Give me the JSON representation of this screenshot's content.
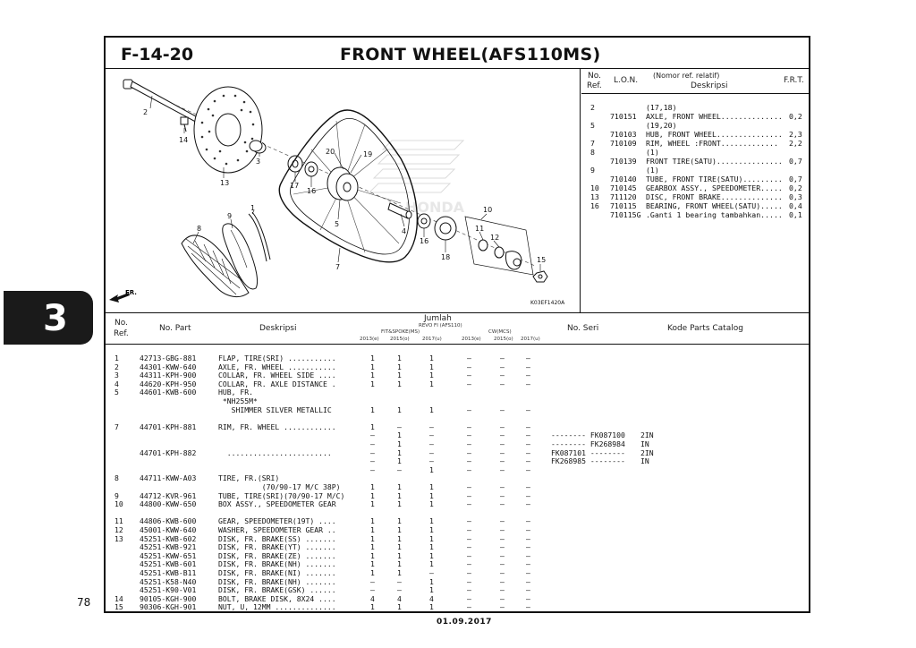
{
  "header": {
    "code": "F-14-20",
    "title": "FRONT WHEEL(AFS110MS)"
  },
  "page_number": "78",
  "chapter_tab": "3",
  "date": "01.09.2017",
  "figure_code": "K03EF1420A",
  "front_label": "FR.",
  "callouts": [
    "2",
    "14",
    "13",
    "3",
    "20",
    "19",
    "17",
    "16",
    "5",
    "9",
    "1",
    "8",
    "4",
    "16",
    "18",
    "7",
    "10",
    "11",
    "12",
    "15"
  ],
  "watermark": "HONDA",
  "ref_table": {
    "headers": {
      "no_ref_1": "No.",
      "no_ref_2": "Ref.",
      "lon": "L.O.N.",
      "nomor": "(Nomor ref. relatif)",
      "deskripsi": "Deskripsi",
      "frt": "F.R.T."
    },
    "rows": [
      {
        "ref": "2",
        "lon": "",
        "desc": "(17,18)",
        "frt": ""
      },
      {
        "ref": "",
        "lon": "710151",
        "desc": "AXLE, FRONT WHEEL..............",
        "frt": "0,2"
      },
      {
        "ref": "5",
        "lon": "",
        "desc": "(19,20)",
        "frt": ""
      },
      {
        "ref": "",
        "lon": "710103",
        "desc": "HUB, FRONT WHEEL...............",
        "frt": "2,3"
      },
      {
        "ref": "7",
        "lon": "710109",
        "desc": "RIM, WHEEL :FRONT.............",
        "frt": "2,2"
      },
      {
        "ref": "8",
        "lon": "",
        "desc": "(1)",
        "frt": ""
      },
      {
        "ref": "",
        "lon": "710139",
        "desc": "FRONT TIRE(SATU)...............",
        "frt": "0,7"
      },
      {
        "ref": "9",
        "lon": "",
        "desc": "(1)",
        "frt": ""
      },
      {
        "ref": "",
        "lon": "710140",
        "desc": "TUBE, FRONT TIRE(SATU).........",
        "frt": "0,7"
      },
      {
        "ref": "10",
        "lon": "710145",
        "desc": "GEARBOX ASSY., SPEEDOMETER.....",
        "frt": "0,2"
      },
      {
        "ref": "13",
        "lon": "711120",
        "desc": "DISC, FRONT BRAKE..............",
        "frt": "0,3"
      },
      {
        "ref": "16",
        "lon": "710115",
        "desc": "BEARING, FRONT WHEEL(SATU).....",
        "frt": "0,4"
      },
      {
        "ref": "",
        "lon": "710115G",
        "desc": ".Ganti 1 bearing tambahkan.....",
        "frt": "0,1"
      }
    ]
  },
  "parts_table": {
    "headers": {
      "no_ref_1": "No.",
      "no_ref_2": "Ref.",
      "no_part": "No. Part",
      "deskripsi": "Deskripsi",
      "jumlah": "Jumlah",
      "revo": "REVO FI (AFS110)",
      "fit": "FIT&SPOKE(MS)",
      "cw": "CW(MCS)",
      "years": [
        "2013(e)",
        "2015(o)",
        "2017(u)",
        "2013(e)",
        "2015(o)",
        "2017(u)"
      ],
      "no_seri": "No. Seri",
      "kode": "Kode Parts Catalog"
    },
    "rows": [
      {
        "ref": "1",
        "part": "42713-GBG-881",
        "desc": "FLAP, TIRE(SRI) ...........",
        "q": [
          "1",
          "1",
          "1",
          "–",
          "–",
          "–"
        ],
        "seri": "",
        "kode": ""
      },
      {
        "ref": "2",
        "part": "44301-KWW-640",
        "desc": "AXLE, FR. WHEEL ...........",
        "q": [
          "1",
          "1",
          "1",
          "–",
          "–",
          "–"
        ],
        "seri": "",
        "kode": ""
      },
      {
        "ref": "3",
        "part": "44311-KPH-900",
        "desc": "COLLAR, FR. WHEEL SIDE ....",
        "q": [
          "1",
          "1",
          "1",
          "–",
          "–",
          "–"
        ],
        "seri": "",
        "kode": ""
      },
      {
        "ref": "4",
        "part": "44620-KPH-950",
        "desc": "COLLAR, FR. AXLE DISTANCE .",
        "q": [
          "1",
          "1",
          "1",
          "–",
          "–",
          "–"
        ],
        "seri": "",
        "kode": ""
      },
      {
        "ref": "5",
        "part": "44601-KWB-600",
        "desc": "HUB, FR.",
        "q": [
          "",
          "",
          "",
          "",
          "",
          ""
        ],
        "seri": "",
        "kode": ""
      },
      {
        "ref": "",
        "part": "",
        "desc": " *NH255M*",
        "q": [
          "",
          "",
          "",
          "",
          "",
          ""
        ],
        "seri": "",
        "kode": ""
      },
      {
        "ref": "",
        "part": "",
        "desc": "   SHIMMER SILVER METALLIC",
        "q": [
          "1",
          "1",
          "1",
          "–",
          "–",
          "–"
        ],
        "seri": "",
        "kode": ""
      },
      {
        "ref": "",
        "part": "",
        "desc": "",
        "q": [
          "",
          "",
          "",
          "",
          "",
          ""
        ],
        "seri": "",
        "kode": ""
      },
      {
        "ref": "7",
        "part": "44701-KPH-881",
        "desc": "RIM, FR. WHEEL ............",
        "q": [
          "1",
          "–",
          "–",
          "–",
          "–",
          "–"
        ],
        "seri": "",
        "kode": ""
      },
      {
        "ref": "",
        "part": "",
        "desc": "",
        "q": [
          "–",
          "1",
          "–",
          "–",
          "–",
          "–"
        ],
        "seri": "-------- FK087100",
        "kode": "2IN"
      },
      {
        "ref": "",
        "part": "",
        "desc": "",
        "q": [
          "–",
          "1",
          "–",
          "–",
          "–",
          "–"
        ],
        "seri": "-------- FK268984",
        "kode": "IN"
      },
      {
        "ref": "",
        "part": "44701-KPH-882",
        "desc": "  ........................",
        "q": [
          "–",
          "1",
          "–",
          "–",
          "–",
          "–"
        ],
        "seri": "FK087101 --------",
        "kode": "2IN"
      },
      {
        "ref": "",
        "part": "",
        "desc": "",
        "q": [
          "–",
          "1",
          "–",
          "–",
          "–",
          "–"
        ],
        "seri": "FK268985 --------",
        "kode": "IN"
      },
      {
        "ref": "",
        "part": "",
        "desc": "",
        "q": [
          "–",
          "–",
          "1",
          "–",
          "–",
          "–"
        ],
        "seri": "",
        "kode": ""
      },
      {
        "ref": "8",
        "part": "44711-KWW-A03",
        "desc": "TIRE, FR.(SRI)",
        "q": [
          "",
          "",
          "",
          "",
          "",
          ""
        ],
        "seri": "",
        "kode": ""
      },
      {
        "ref": "",
        "part": "",
        "desc": "          (70/90-17 M/C 38P)",
        "q": [
          "1",
          "1",
          "1",
          "–",
          "–",
          "–"
        ],
        "seri": "",
        "kode": ""
      },
      {
        "ref": "9",
        "part": "44712-KVR-961",
        "desc": "TUBE, TIRE(SRI)(70/90-17 M/C)",
        "q": [
          "1",
          "1",
          "1",
          "–",
          "–",
          "–"
        ],
        "seri": "",
        "kode": ""
      },
      {
        "ref": "10",
        "part": "44800-KWW-650",
        "desc": "BOX ASSY., SPEEDOMETER GEAR",
        "q": [
          "1",
          "1",
          "1",
          "–",
          "–",
          "–"
        ],
        "seri": "",
        "kode": ""
      },
      {
        "ref": "",
        "part": "",
        "desc": "",
        "q": [
          "",
          "",
          "",
          "",
          "",
          ""
        ],
        "seri": "",
        "kode": ""
      },
      {
        "ref": "11",
        "part": "44806-KWB-600",
        "desc": "GEAR, SPEEDOMETER(19T) ....",
        "q": [
          "1",
          "1",
          "1",
          "–",
          "–",
          "–"
        ],
        "seri": "",
        "kode": ""
      },
      {
        "ref": "12",
        "part": "45001-KWW-640",
        "desc": "WASHER, SPEEDOMETER GEAR ..",
        "q": [
          "1",
          "1",
          "1",
          "–",
          "–",
          "–"
        ],
        "seri": "",
        "kode": ""
      },
      {
        "ref": "13",
        "part": "45251-KWB-602",
        "desc": "DISK, FR. BRAKE(SS) .......",
        "q": [
          "1",
          "1",
          "1",
          "–",
          "–",
          "–"
        ],
        "seri": "",
        "kode": ""
      },
      {
        "ref": "",
        "part": "45251-KWB-921",
        "desc": "DISK, FR. BRAKE(YT) .......",
        "q": [
          "1",
          "1",
          "1",
          "–",
          "–",
          "–"
        ],
        "seri": "",
        "kode": ""
      },
      {
        "ref": "",
        "part": "45251-KWW-651",
        "desc": "DISK, FR. BRAKE(ZE) .......",
        "q": [
          "1",
          "1",
          "1",
          "–",
          "–",
          "–"
        ],
        "seri": "",
        "kode": ""
      },
      {
        "ref": "",
        "part": "45251-KWB-601",
        "desc": "DISK, FR. BRAKE(NH) .......",
        "q": [
          "1",
          "1",
          "1",
          "–",
          "–",
          "–"
        ],
        "seri": "",
        "kode": ""
      },
      {
        "ref": "",
        "part": "45251-KWB-B11",
        "desc": "DISK, FR. BRAKE(NI) .......",
        "q": [
          "1",
          "1",
          "–",
          "–",
          "–",
          "–"
        ],
        "seri": "",
        "kode": ""
      },
      {
        "ref": "",
        "part": "45251-K58-N40",
        "desc": "DISK, FR. BRAKE(NH) .......",
        "q": [
          "–",
          "–",
          "1",
          "–",
          "–",
          "–"
        ],
        "seri": "",
        "kode": ""
      },
      {
        "ref": "",
        "part": "45251-K90-V01",
        "desc": "DISK, FR. BRAKE(GSK) ......",
        "q": [
          "–",
          "–",
          "1",
          "–",
          "–",
          "–"
        ],
        "seri": "",
        "kode": ""
      },
      {
        "ref": "14",
        "part": "90105-KGH-900",
        "desc": "BOLT, BRAKE DISK, 8X24 ....",
        "q": [
          "4",
          "4",
          "4",
          "–",
          "–",
          "–"
        ],
        "seri": "",
        "kode": ""
      },
      {
        "ref": "15",
        "part": "90306-KGH-901",
        "desc": "NUT, U, 12MM ..............",
        "q": [
          "1",
          "1",
          "1",
          "–",
          "–",
          "–"
        ],
        "seri": "",
        "kode": ""
      }
    ]
  }
}
